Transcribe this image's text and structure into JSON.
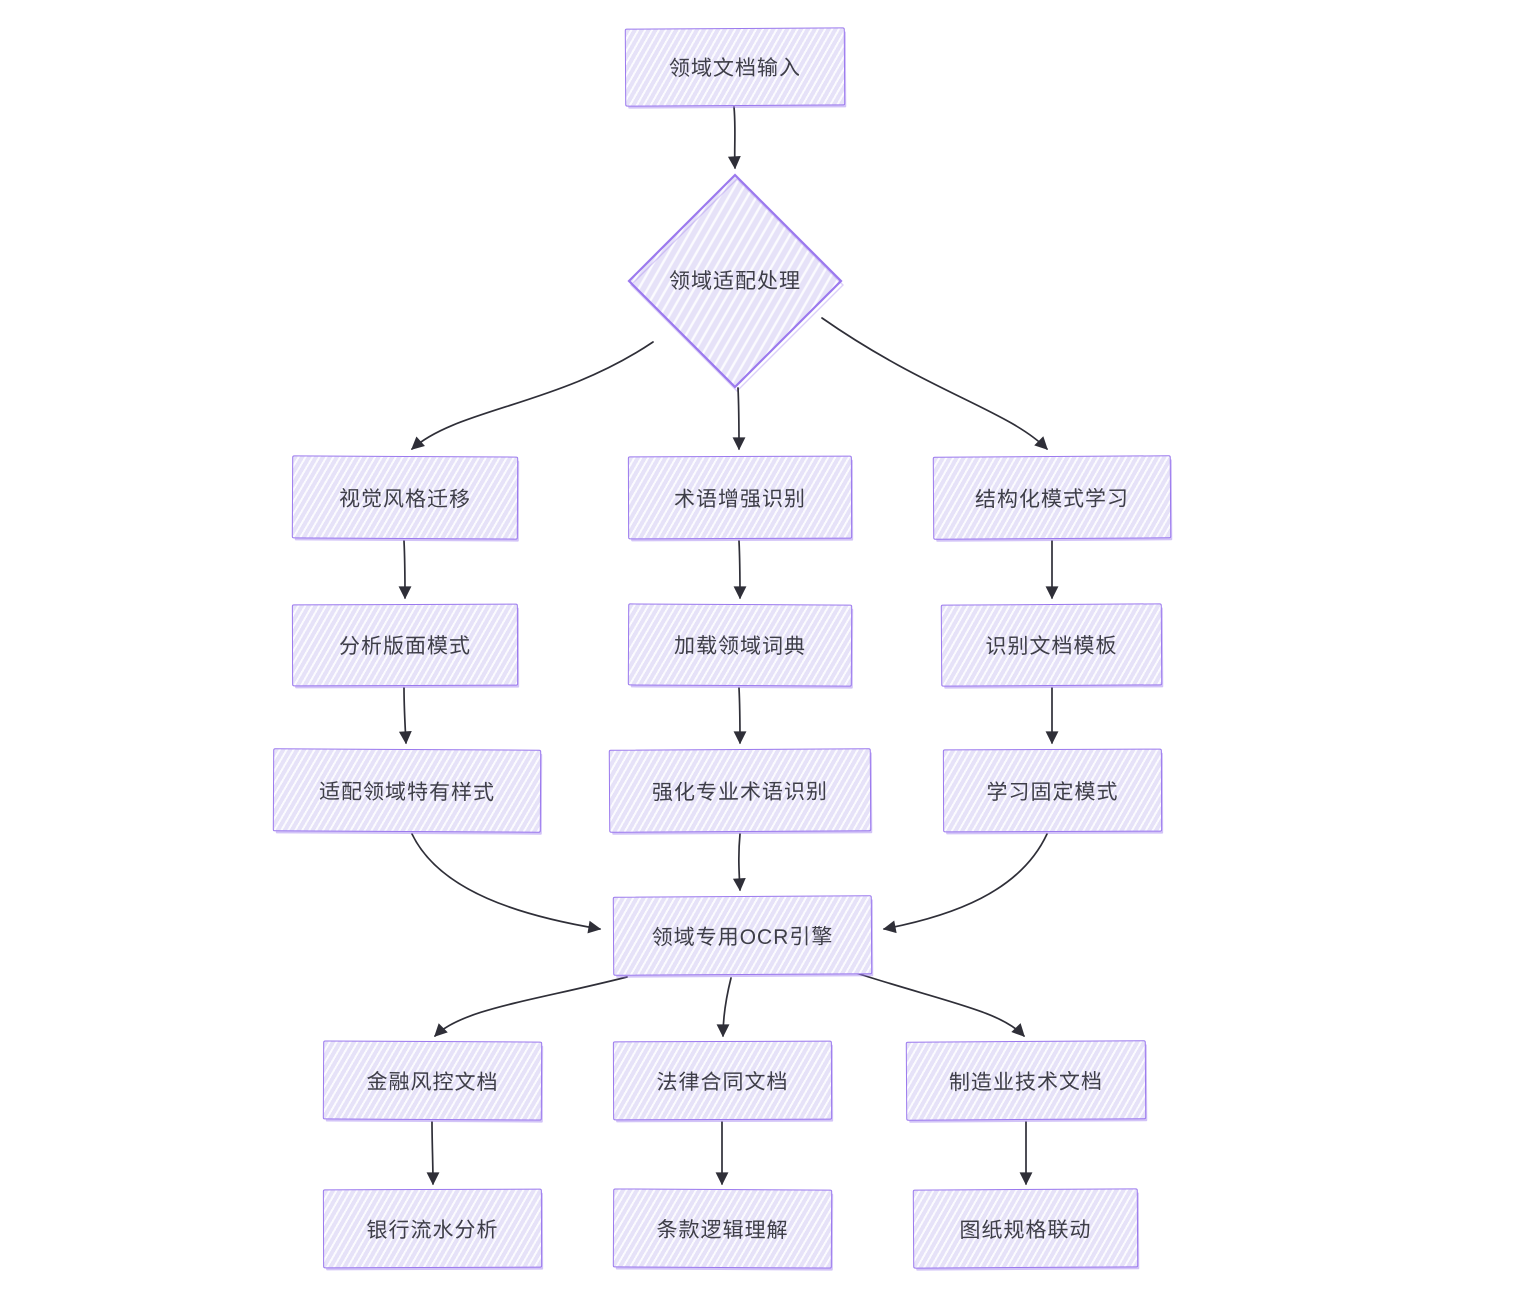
{
  "diagram": {
    "type": "flowchart",
    "style": "hand-drawn-sketch",
    "colors": {
      "node_border": "#9b79ee",
      "node_fill": "#e6e2f8",
      "text": "#3e3e48",
      "arrow": "#2f2f38",
      "background": "#ffffff"
    },
    "nodes": [
      {
        "id": "input",
        "shape": "rectangle",
        "label": "领域文档输入"
      },
      {
        "id": "adapt",
        "shape": "diamond",
        "label": "领域适配处理"
      },
      {
        "id": "visual",
        "shape": "rectangle",
        "label": "视觉风格迁移"
      },
      {
        "id": "terminology",
        "shape": "rectangle",
        "label": "术语增强识别"
      },
      {
        "id": "structured",
        "shape": "rectangle",
        "label": "结构化模式学习"
      },
      {
        "id": "layout",
        "shape": "rectangle",
        "label": "分析版面模式"
      },
      {
        "id": "dictionary",
        "shape": "rectangle",
        "label": "加载领域词典"
      },
      {
        "id": "template",
        "shape": "rectangle",
        "label": "识别文档模板"
      },
      {
        "id": "style",
        "shape": "rectangle",
        "label": "适配领域特有样式"
      },
      {
        "id": "pro_terms",
        "shape": "rectangle",
        "label": "强化专业术语识别"
      },
      {
        "id": "fixed",
        "shape": "rectangle",
        "label": "学习固定模式"
      },
      {
        "id": "ocr",
        "shape": "rectangle",
        "label": "领域专用OCR引擎"
      },
      {
        "id": "finance",
        "shape": "rectangle",
        "label": "金融风控文档"
      },
      {
        "id": "legal",
        "shape": "rectangle",
        "label": "法律合同文档"
      },
      {
        "id": "manufacturing",
        "shape": "rectangle",
        "label": "制造业技术文档"
      },
      {
        "id": "bank",
        "shape": "rectangle",
        "label": "银行流水分析"
      },
      {
        "id": "clause",
        "shape": "rectangle",
        "label": "条款逻辑理解"
      },
      {
        "id": "drawing",
        "shape": "rectangle",
        "label": "图纸规格联动"
      }
    ],
    "edges": [
      {
        "from": "input",
        "to": "adapt"
      },
      {
        "from": "adapt",
        "to": "visual"
      },
      {
        "from": "adapt",
        "to": "terminology"
      },
      {
        "from": "adapt",
        "to": "structured"
      },
      {
        "from": "visual",
        "to": "layout"
      },
      {
        "from": "terminology",
        "to": "dictionary"
      },
      {
        "from": "structured",
        "to": "template"
      },
      {
        "from": "layout",
        "to": "style"
      },
      {
        "from": "dictionary",
        "to": "pro_terms"
      },
      {
        "from": "template",
        "to": "fixed"
      },
      {
        "from": "style",
        "to": "ocr"
      },
      {
        "from": "pro_terms",
        "to": "ocr"
      },
      {
        "from": "fixed",
        "to": "ocr"
      },
      {
        "from": "ocr",
        "to": "finance"
      },
      {
        "from": "ocr",
        "to": "legal"
      },
      {
        "from": "ocr",
        "to": "manufacturing"
      },
      {
        "from": "finance",
        "to": "bank"
      },
      {
        "from": "legal",
        "to": "clause"
      },
      {
        "from": "manufacturing",
        "to": "drawing"
      }
    ]
  }
}
